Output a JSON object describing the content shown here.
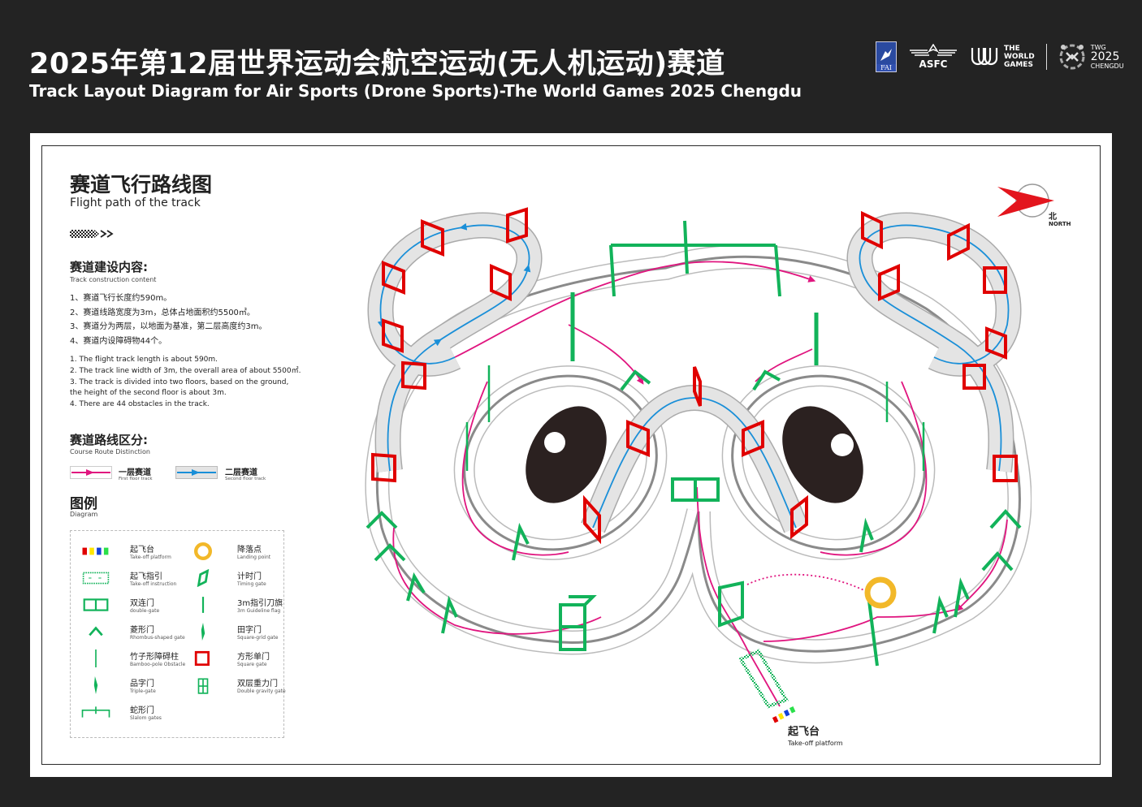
{
  "header": {
    "title_cn": "2025年第12届世界运动会航空运动(无人机运动)赛道",
    "title_en": "Track Layout Diagram for Air Sports (Drone Sports)-The World Games 2025 Chengdu",
    "logos": {
      "fai": "FAI",
      "asfc": "ASFC",
      "twg_lines": [
        "THE",
        "WORLD",
        "GAMES"
      ],
      "twg2025_lines": [
        "TWG",
        "2025",
        "CHENGDU"
      ]
    }
  },
  "sidebar": {
    "section_title_cn": "赛道飞行路线图",
    "section_title_en": "Flight path of the track",
    "construction": {
      "title_cn": "赛道建设内容:",
      "title_en": "Track construction content",
      "items_cn": [
        "1、赛道飞行长度约590m。",
        "2、赛道线路宽度为3m，总体占地面积约5500㎡。",
        "3、赛道分为两层，以地面为基准，第二层高度约3m。",
        "4、赛道内设障碍物44个。"
      ],
      "items_en": [
        "1. The flight track length is about 590m.",
        "2. The track line width of 3m, the overall  area of about 5500㎡.",
        "3. The track is divided  into two  floors,  based on  the ground,",
        "the height of the second floor is about 3m.",
        "4. There are 44 obstacles in the track."
      ]
    },
    "route": {
      "title_cn": "赛道路线区分:",
      "title_en": "Course Route Distinction",
      "first_floor_cn": "一层赛道",
      "first_floor_en": "First floor track",
      "second_floor_cn": "二层赛道",
      "second_floor_en": "Second floor track"
    },
    "legend": {
      "title_cn": "图例",
      "title_en": "Diagram",
      "items": [
        {
          "cn": "起飞台",
          "en": "Take-off platform",
          "icon": "takeoff-platform-icon"
        },
        {
          "cn": "降落点",
          "en": "Landing point",
          "icon": "landing-point-icon"
        },
        {
          "cn": "起飞指引",
          "en": "Take-off instruction",
          "icon": "takeoff-instruction-icon"
        },
        {
          "cn": "计时门",
          "en": "Timing gate",
          "icon": "timing-gate-icon"
        },
        {
          "cn": "双连门",
          "en": "double-gate",
          "icon": "double-gate-icon"
        },
        {
          "cn": "3m指引刀旗",
          "en": "3m Guideline flag",
          "icon": "guideline-flag-icon"
        },
        {
          "cn": "菱形门",
          "en": "Rhombus-shaped gate",
          "icon": "rhombus-gate-icon"
        },
        {
          "cn": "田字门",
          "en": "Square-grid gate",
          "icon": "square-grid-gate-icon"
        },
        {
          "cn": "竹子形障碍柱",
          "en": "Bamboo-pole Obstacle",
          "icon": "bamboo-pole-icon"
        },
        {
          "cn": "方形单门",
          "en": "Square gate",
          "icon": "square-gate-icon"
        },
        {
          "cn": "品字门",
          "en": "Triple-gate",
          "icon": "triple-gate-icon"
        },
        {
          "cn": "双层重力门",
          "en": "Double gravity gate",
          "icon": "double-gravity-gate-icon"
        },
        {
          "cn": "蛇形门",
          "en": "Slalom gates",
          "icon": "slalom-gates-icon"
        }
      ]
    }
  },
  "map": {
    "north_cn": "北",
    "north_en": "NORTH",
    "takeoff_cn": "起飞台",
    "takeoff_en": "Take-off platform"
  },
  "colors": {
    "first_floor": "#e0157f",
    "second_floor": "#1a8fd8",
    "gate_green": "#12b35a",
    "gate_red": "#e00000",
    "landing": "#f2b829",
    "track_fill": "#e4e4e4",
    "track_line": "#8a8a8a",
    "eye": "#2b2120",
    "background": "#232323"
  }
}
